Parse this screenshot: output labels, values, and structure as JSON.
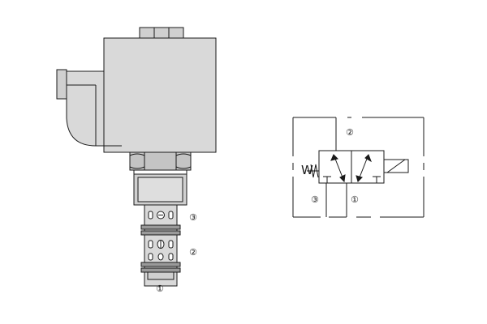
{
  "valve_drawing": {
    "port_labels": [
      "③",
      "②",
      "①"
    ]
  },
  "symbol": {
    "port_top": "②",
    "port_left": "③",
    "port_right": "①",
    "spring_letter": "W"
  },
  "colors": {
    "body_light": "#d9d9d9",
    "body_mid": "#c4c4c4",
    "body_dark": "#9a9a9a",
    "outline": "#1a1a1a"
  }
}
